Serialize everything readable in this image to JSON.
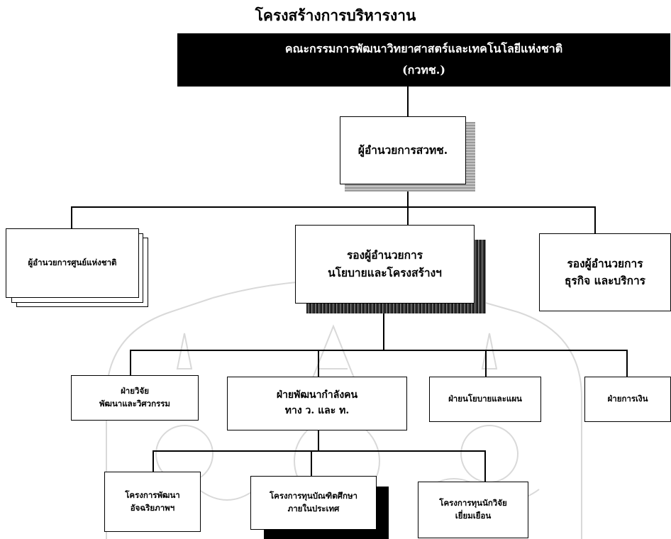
{
  "title": "โครงสร้างการบริหารงาน",
  "committee": {
    "line1": "คณะกรรมการพัฒนาวิทยาศาสตร์และเทคโนโลยีแห่งชาติ",
    "line2": "(กวทช.)"
  },
  "director": "ผู้อำนวยการสวทช.",
  "national_centers": "ผู้อำนวยการศูนย์แห่งชาติ",
  "deputy_policy": {
    "line1": "รองผู้อำนวยการ",
    "line2": "นโยบายและโครงสร้างฯ"
  },
  "deputy_business": {
    "line1": "รองผู้อำนวยการ",
    "line2": "ธุรกิจ และบริการ"
  },
  "departments": {
    "research": {
      "line1": "ฝ่ายวิจัย",
      "line2": "พัฒนาและวิศวกรรม"
    },
    "manpower": {
      "line1": "ฝ่ายพัฒนากำลังคน",
      "line2": "ทาง ว. และ ท."
    },
    "policy_plan": "ฝ่ายนโยบายและแผน",
    "finance": "ฝ่ายการเงิน"
  },
  "projects": {
    "talent": {
      "line1": "โครงการพัฒนา",
      "line2": "อัจฉริยภาพฯ"
    },
    "grad_scholarship": {
      "line1": "โครงการทุนบัณฑิตศึกษา",
      "line2": "ภายในประเทศ"
    },
    "visiting_researcher": {
      "line1": "โครงการทุนนักวิจัย",
      "line2": "เยี่ยมเยือน"
    }
  }
}
